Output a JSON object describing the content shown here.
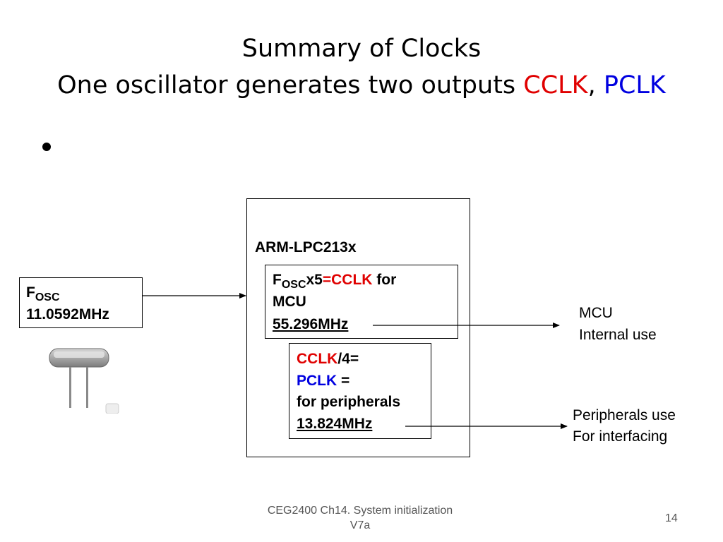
{
  "title": {
    "line1": "Summary of Clocks",
    "line2_prefix": "One oscillator generates two outputs ",
    "cclk": "CCLK",
    "comma": ", ",
    "pclk": "PCLK"
  },
  "colors": {
    "red": "#e00000",
    "blue": "#0000e0"
  },
  "osc_box": {
    "f": "F",
    "sub": "OSC",
    "freq": "11.0592MHz",
    "image": "crystal-oscillator-icon"
  },
  "chip": {
    "label": "ARM-LPC213x",
    "cclk_box": {
      "f": "F",
      "sub": "OSC",
      "x5": "x5",
      "eq": "=",
      "cclk": "CCLK",
      "for": " for",
      "mcu": "MCU",
      "freq": "55.296MHz"
    },
    "pclk_box": {
      "cclk": "CCLK",
      "div": "/4=",
      "pclk": "PCLK",
      "eq": " =",
      "for_periph": "for peripherals",
      "freq": "13.824MHz"
    }
  },
  "outputs": {
    "mcu_line1": "MCU",
    "mcu_line2": "Internal use",
    "periph_line1": "Peripherals use",
    "periph_line2": "For interfacing"
  },
  "footer": {
    "line1": "CEG2400 Ch14. System initialization",
    "line2": "V7a",
    "page": "14"
  }
}
